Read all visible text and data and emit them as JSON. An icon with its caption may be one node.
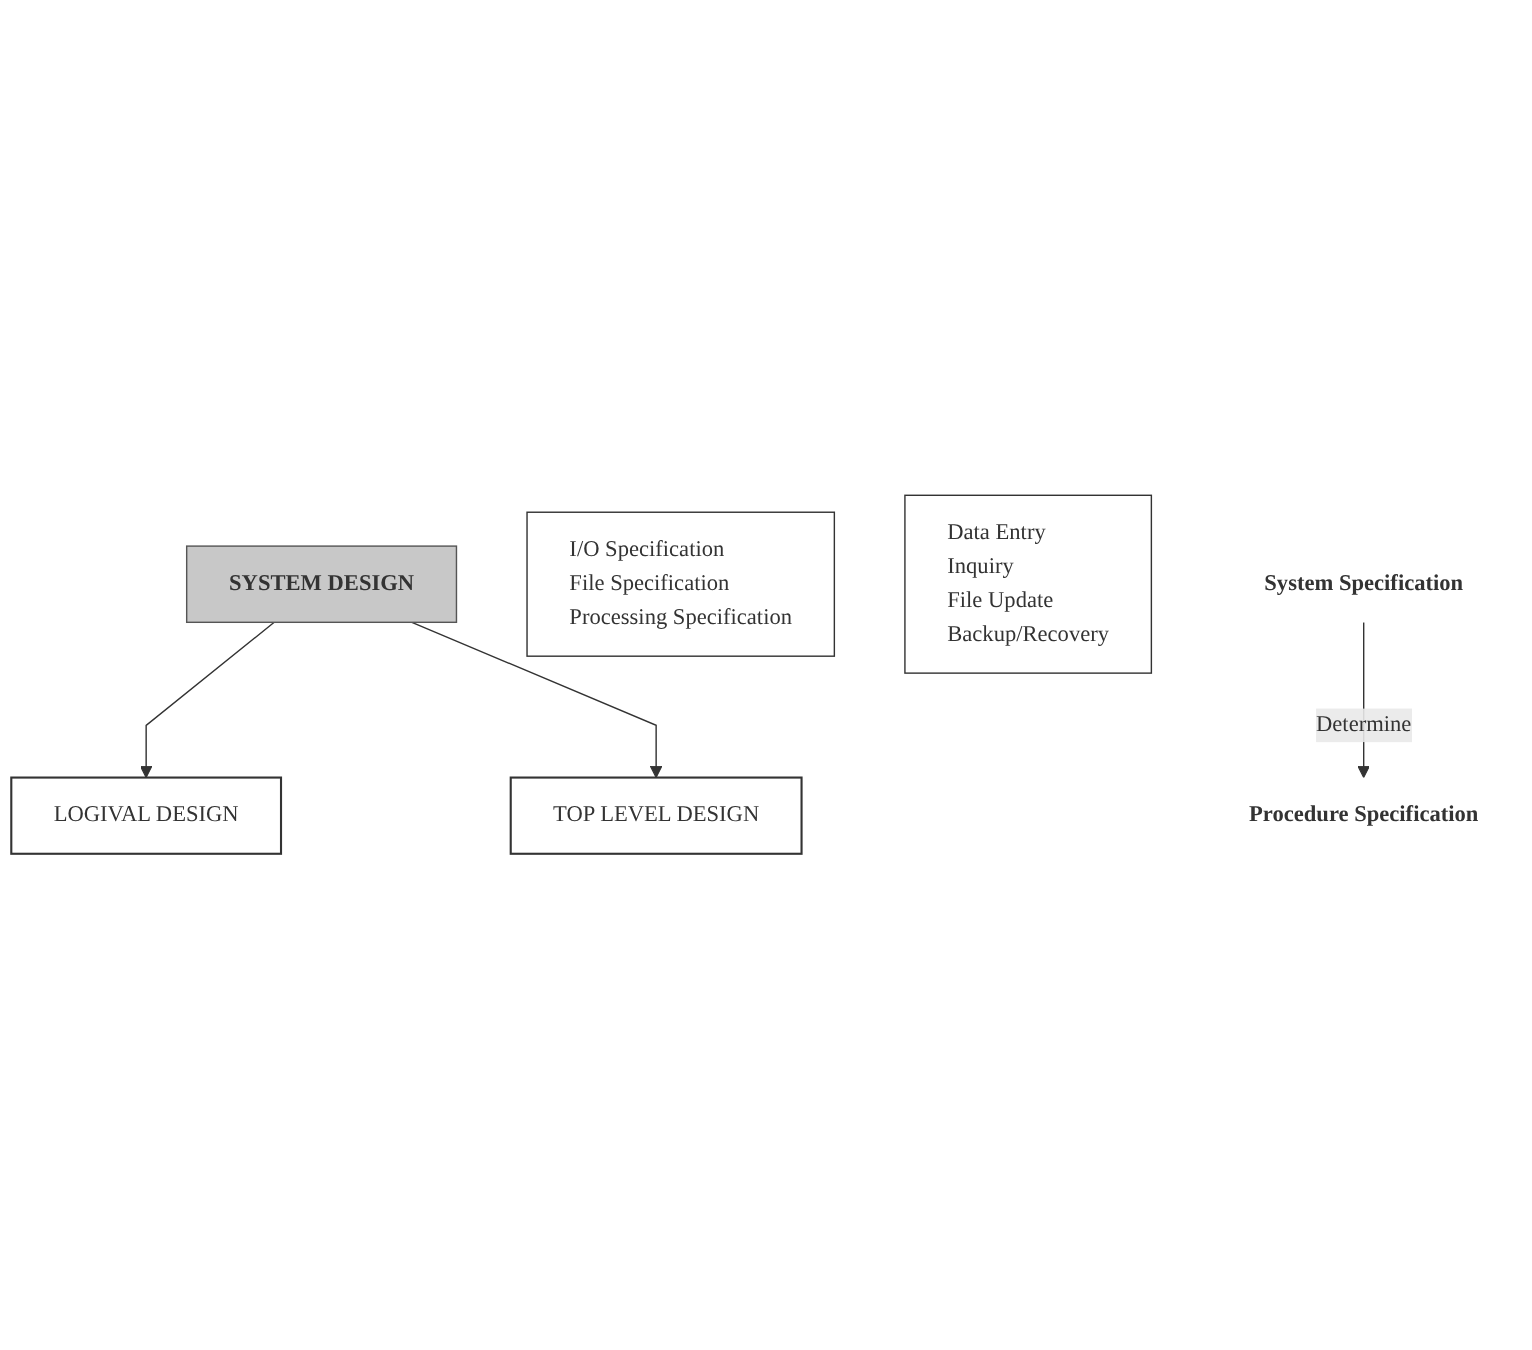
{
  "diagram": {
    "nodes": [
      {
        "text": [
          "SYSTEM DESIGN"
        ]
      },
      {
        "text": [
          "LOGIVAL DESIGN"
        ]
      },
      {
        "text": [
          "TOP LEVEL DESIGN"
        ]
      },
      {
        "text": [
          "I/O Specification",
          "File Specification",
          "Processing Specification"
        ]
      },
      {
        "text": [
          "Data Entry",
          "Inquiry",
          "File Update",
          "Backup/Recovery"
        ]
      },
      {
        "text": [
          "System Specification"
        ]
      },
      {
        "text": [
          "Procedure Specification"
        ]
      }
    ],
    "edges": [
      {
        "from": 0,
        "to": 1,
        "arrow": "to"
      },
      {
        "from": 0,
        "to": 2,
        "arrow": "to"
      },
      {
        "from": 5,
        "to": 6,
        "arrow": "to",
        "label": "Determine"
      }
    ]
  }
}
